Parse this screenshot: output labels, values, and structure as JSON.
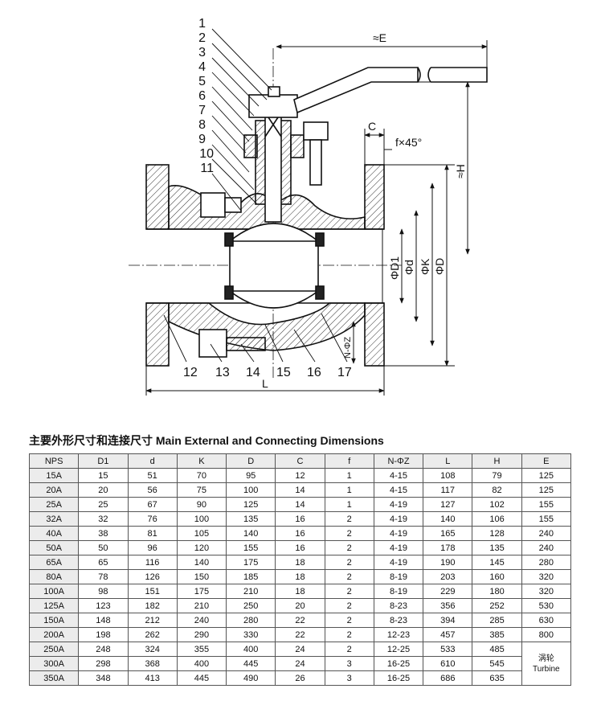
{
  "diagram": {
    "part_numbers_left": [
      "1",
      "2",
      "3",
      "4",
      "5",
      "6",
      "7",
      "8",
      "9",
      "10",
      "11"
    ],
    "part_numbers_bottom": [
      "12",
      "13",
      "14",
      "15",
      "16",
      "17"
    ],
    "dimension_labels": {
      "E": "≈E",
      "H": "≈H",
      "C": "C",
      "chamfer": "f×45°",
      "D1": "ΦD1",
      "d": "Φd",
      "K": "ΦK",
      "D": "ΦD",
      "NZ": "N-ΦZ",
      "L": "L"
    }
  },
  "table": {
    "title": "主要外形尺寸和连接尺寸 Main External and Connecting Dimensions",
    "headers": [
      "NPS",
      "D1",
      "d",
      "K",
      "D",
      "C",
      "f",
      "N-ΦZ",
      "L",
      "H",
      "E"
    ],
    "rows": [
      [
        "15A",
        "15",
        "51",
        "70",
        "95",
        "12",
        "1",
        "4-15",
        "108",
        "79",
        "125"
      ],
      [
        "20A",
        "20",
        "56",
        "75",
        "100",
        "14",
        "1",
        "4-15",
        "117",
        "82",
        "125"
      ],
      [
        "25A",
        "25",
        "67",
        "90",
        "125",
        "14",
        "1",
        "4-19",
        "127",
        "102",
        "155"
      ],
      [
        "32A",
        "32",
        "76",
        "100",
        "135",
        "16",
        "2",
        "4-19",
        "140",
        "106",
        "155"
      ],
      [
        "40A",
        "38",
        "81",
        "105",
        "140",
        "16",
        "2",
        "4-19",
        "165",
        "128",
        "240"
      ],
      [
        "50A",
        "50",
        "96",
        "120",
        "155",
        "16",
        "2",
        "4-19",
        "178",
        "135",
        "240"
      ],
      [
        "65A",
        "65",
        "116",
        "140",
        "175",
        "18",
        "2",
        "4-19",
        "190",
        "145",
        "280"
      ],
      [
        "80A",
        "78",
        "126",
        "150",
        "185",
        "18",
        "2",
        "8-19",
        "203",
        "160",
        "320"
      ],
      [
        "100A",
        "98",
        "151",
        "175",
        "210",
        "18",
        "2",
        "8-19",
        "229",
        "180",
        "320"
      ],
      [
        "125A",
        "123",
        "182",
        "210",
        "250",
        "20",
        "2",
        "8-23",
        "356",
        "252",
        "530"
      ],
      [
        "150A",
        "148",
        "212",
        "240",
        "280",
        "22",
        "2",
        "8-23",
        "394",
        "285",
        "630"
      ],
      [
        "200A",
        "198",
        "262",
        "290",
        "330",
        "22",
        "2",
        "12-23",
        "457",
        "385",
        "800"
      ],
      [
        "250A",
        "248",
        "324",
        "355",
        "400",
        "24",
        "2",
        "12-25",
        "533",
        "485",
        ""
      ],
      [
        "300A",
        "298",
        "368",
        "400",
        "445",
        "24",
        "3",
        "16-25",
        "610",
        "545",
        ""
      ],
      [
        "350A",
        "348",
        "413",
        "445",
        "490",
        "26",
        "3",
        "16-25",
        "686",
        "635",
        ""
      ]
    ],
    "turbine_cn": "涡轮",
    "turbine_en": "Turbine"
  }
}
